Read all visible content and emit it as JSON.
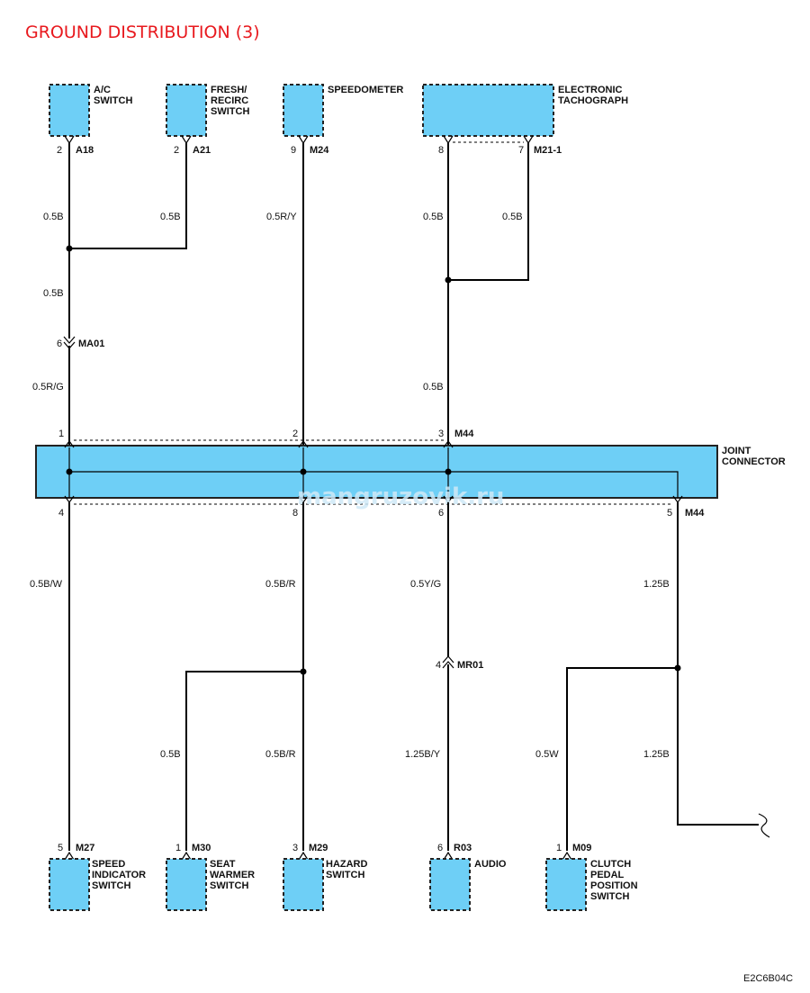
{
  "title": "GROUND DISTRIBUTION (3)",
  "diagram_code": "E2C6B04C",
  "watermark": "mangruzovik.ru",
  "colors": {
    "title": "#e8191e",
    "component_fill": "#6ecff6",
    "connector_fill": "#6ecff6",
    "wire": "#000000"
  },
  "top_components": [
    {
      "id": "ac",
      "name_lines": [
        "A/C",
        "SWITCH"
      ],
      "pin": "2",
      "connector": "A18"
    },
    {
      "id": "fresh",
      "name_lines": [
        "FRESH/",
        "RECIRC",
        "SWITCH"
      ],
      "pin": "2",
      "connector": "A21"
    },
    {
      "id": "speedo",
      "name_lines": [
        "SPEEDOMETER"
      ],
      "pin": "9",
      "connector": "M24"
    },
    {
      "id": "tacho",
      "name_lines": [
        "ELECTRONIC",
        "TACHOGRAPH"
      ],
      "pin": "8",
      "pin2": "7",
      "connector": "M21-1"
    }
  ],
  "top_wires": {
    "ac": "0.5B",
    "fresh": "0.5B",
    "ac_lower": "0.5B",
    "ac_below_ma01": "0.5R/G",
    "speedo": "0.5R/Y",
    "tacho8": "0.5B",
    "tacho7": "0.5B",
    "tacho_lower": "0.5B"
  },
  "inline_connectors": {
    "ma01": {
      "pin": "6",
      "name": "MA01"
    },
    "mr01": {
      "pin": "4",
      "name": "MR01"
    }
  },
  "joint_connector": {
    "name_lines": [
      "JOINT",
      "CONNECTOR"
    ],
    "top_pins": [
      "1",
      "2",
      "3"
    ],
    "top_connector": "M44",
    "bottom_pins": [
      "4",
      "8",
      "6",
      "5"
    ],
    "bottom_connector": "M44"
  },
  "bottom_wires": {
    "w4": "0.5B/W",
    "w8": "0.5B/R",
    "w6": "0.5Y/G",
    "w5": "1.25B",
    "seat": "0.5B",
    "hazard": "0.5B/R",
    "audio": "1.25B/Y",
    "clutch": "0.5W",
    "ground": "1.25B"
  },
  "bottom_components": [
    {
      "id": "speedind",
      "name_lines": [
        "SPEED",
        "INDICATOR",
        "SWITCH"
      ],
      "pin": "5",
      "connector": "M27"
    },
    {
      "id": "seat",
      "name_lines": [
        "SEAT",
        "WARMER",
        "SWITCH"
      ],
      "pin": "1",
      "connector": "M30"
    },
    {
      "id": "hazard",
      "name_lines": [
        "HAZARD",
        "SWITCH"
      ],
      "pin": "3",
      "connector": "M29"
    },
    {
      "id": "audio",
      "name_lines": [
        "AUDIO"
      ],
      "pin": "6",
      "connector": "R03"
    },
    {
      "id": "clutch",
      "name_lines": [
        "CLUTCH",
        "PEDAL",
        "POSITION",
        "SWITCH"
      ],
      "pin": "1",
      "connector": "M09"
    }
  ]
}
